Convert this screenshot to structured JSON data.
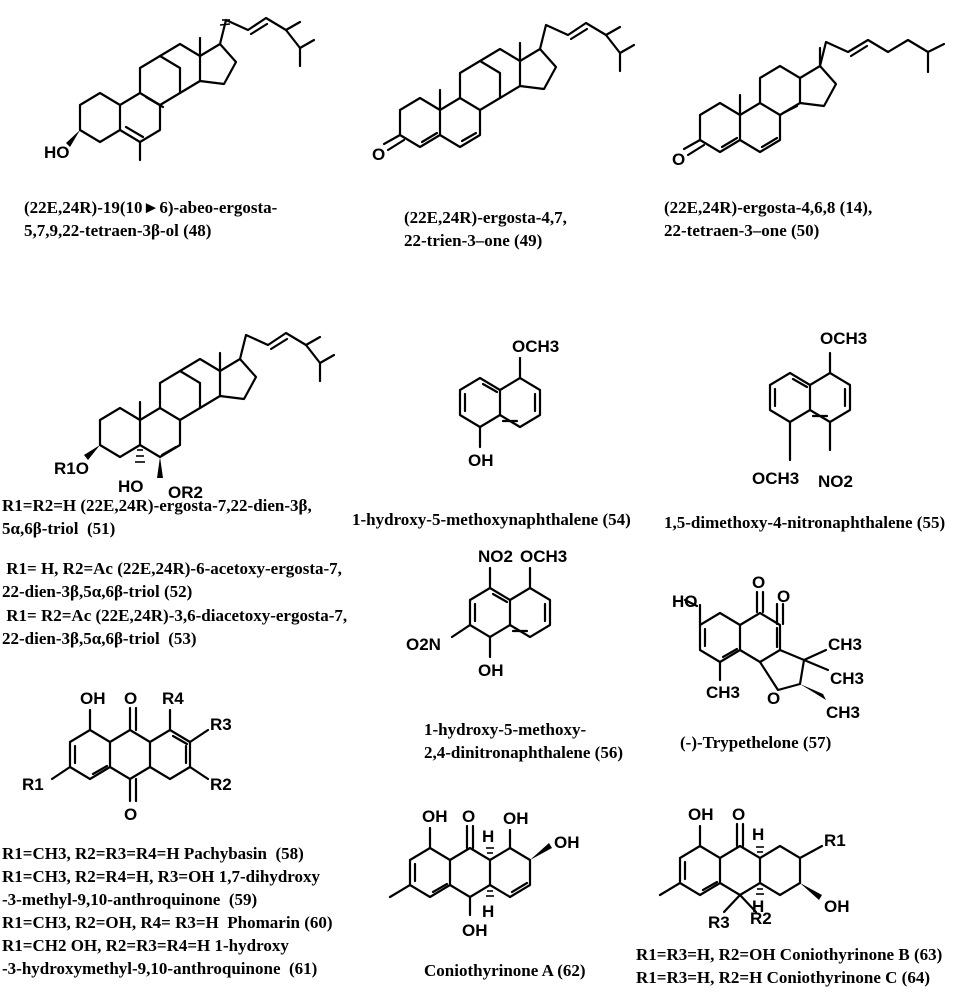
{
  "captions": {
    "c48": "(22E,24R)-19(10►6)-abeo-ergosta-\n5,7,9,22-tetraen-3β-ol (48)",
    "c49": "(22E,24R)-ergosta-4,7,\n22-trien-3–one (49)",
    "c50": "(22E,24R)-ergosta-4,6,8 (14),\n22-tetraen-3–one (50)",
    "c51": "R1=R2=H (22E,24R)-ergosta-7,22-dien-3β,\n5α,6β-triol  (51)",
    "c52": " R1= H, R2=Ac (22E,24R)-6-acetoxy-ergosta-7,\n22-dien-3β,5α,6β-triol (52)",
    "c53": " R1= R2=Ac (22E,24R)-3,6-diacetoxy-ergosta-7,\n22-dien-3β,5α,6β-triol  (53)",
    "c54": "1-hydroxy-5-methoxynaphthalene (54)",
    "c55": "1,5-dimethoxy-4-nitronaphthalene (55)",
    "c56": "1-hydroxy-5-methoxy-\n2,4-dinitronaphthalene (56)",
    "c57": "(-)-Trypethelone (57)",
    "c58_61": "R1=CH3, R2=R3=R4=H Pachybasin  (58)\nR1=CH3, R2=R4=H, R3=OH 1,7-dihydroxy\n-3-methyl-9,10-anthroquinone  (59)\nR1=CH3, R2=OH, R4= R3=H  Phomarin (60)\nR1=CH2 OH, R2=R3=R4=H 1-hydroxy\n-3-hydroxymethyl-9,10-anthroquinone  (61)",
    "c62": "Coniothyrinone A (62)",
    "c63_64": "R1=R3=H, R2=OH Coniothyrinone B (63)\nR1=R3=H, R2=H Coniothyrinone C (64)"
  },
  "atoms": {
    "ho": "HO",
    "o": "O",
    "oh": "OH",
    "h": "H",
    "och3": "OCH3",
    "no2": "NO2",
    "o2n": "O2N",
    "ch3": "CH3",
    "r1o": "R1O",
    "or2": "OR2",
    "r1": "R1",
    "r2": "R2",
    "r3": "R3",
    "r4": "R4"
  }
}
